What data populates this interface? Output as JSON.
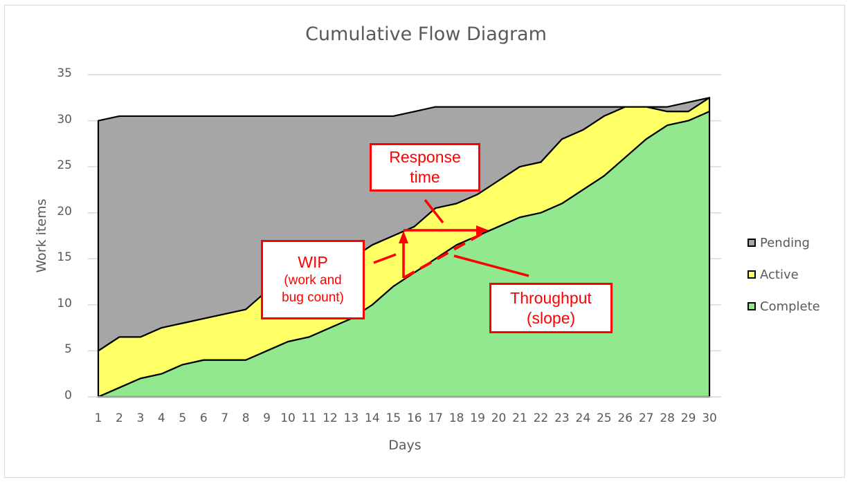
{
  "chart": {
    "title": "Cumulative Flow Diagram",
    "xlabel": "Days",
    "ylabel": "Work items",
    "yticks": [
      "0",
      "5",
      "10",
      "15",
      "20",
      "25",
      "30",
      "35"
    ],
    "xticks": [
      "1",
      "2",
      "3",
      "4",
      "5",
      "6",
      "7",
      "8",
      "9",
      "10",
      "11",
      "12",
      "13",
      "14",
      "15",
      "16",
      "17",
      "18",
      "19",
      "20",
      "21",
      "22",
      "23",
      "24",
      "25",
      "26",
      "27",
      "28",
      "29",
      "30"
    ],
    "legend": [
      {
        "label": "Pending",
        "color": "#a6a6a6"
      },
      {
        "label": "Active",
        "color": "#ffff66"
      },
      {
        "label": "Complete",
        "color": "#92e88e"
      }
    ]
  },
  "annotations": {
    "response_time": {
      "line1": "Response",
      "line2": "time"
    },
    "wip": {
      "line1": "WIP",
      "line2": "(work and",
      "line3": "bug count)"
    },
    "throughput": {
      "line1": "Throughput",
      "line2": "(slope)"
    },
    "color": "#ff0000"
  },
  "chart_data": {
    "type": "area",
    "stacked": true,
    "title": "Cumulative Flow Diagram",
    "xlabel": "Days",
    "ylabel": "Work items",
    "ylim": [
      0,
      35
    ],
    "yticks": [
      0,
      5,
      10,
      15,
      20,
      25,
      30,
      35
    ],
    "grid": "horizontal",
    "legend_position": "right",
    "x": [
      1,
      2,
      3,
      4,
      5,
      6,
      7,
      8,
      9,
      10,
      11,
      12,
      13,
      14,
      15,
      16,
      17,
      18,
      19,
      20,
      21,
      22,
      23,
      24,
      25,
      26,
      27,
      28,
      29,
      30
    ],
    "series": [
      {
        "name": "Complete",
        "color": "#92e88e",
        "values": [
          0,
          1,
          2,
          2.5,
          3.5,
          4,
          4,
          4,
          5,
          6,
          6.5,
          7.5,
          8.5,
          10,
          12,
          13.5,
          15,
          16.5,
          17.5,
          18.5,
          19.5,
          20,
          21,
          22.5,
          24,
          26,
          28,
          29.5,
          30,
          31
        ]
      },
      {
        "name": "Active",
        "color": "#ffff66",
        "values": [
          5,
          5.5,
          4.5,
          5,
          4.5,
          4.5,
          5,
          5.5,
          6.5,
          6.5,
          7,
          6.5,
          6.5,
          6.5,
          5.5,
          5,
          5.5,
          4.5,
          4.5,
          5,
          5.5,
          5.5,
          7,
          6.5,
          6.5,
          5.5,
          3.5,
          1.5,
          1,
          1.5
        ]
      },
      {
        "name": "Pending",
        "color": "#a6a6a6",
        "values": [
          25,
          24,
          24,
          23,
          22.5,
          22,
          21.5,
          21,
          19,
          18,
          17,
          16.5,
          15.5,
          14,
          13,
          12.5,
          11,
          10.5,
          9.5,
          8,
          6.5,
          6,
          3.5,
          2.5,
          1,
          0,
          0,
          0.5,
          1,
          0
        ]
      }
    ],
    "cumulative_tops": {
      "Complete": [
        0,
        1,
        2,
        2.5,
        3.5,
        4,
        4,
        4,
        5,
        6,
        6.5,
        7.5,
        8.5,
        10,
        12,
        13.5,
        15,
        16.5,
        17.5,
        18.5,
        19.5,
        20,
        21,
        22.5,
        24,
        26,
        28,
        29.5,
        30,
        31
      ],
      "Active": [
        5,
        6.5,
        6.5,
        7.5,
        8,
        8.5,
        9,
        9.5,
        11.5,
        12.5,
        13.5,
        14,
        15,
        16.5,
        17.5,
        18.5,
        20.5,
        21,
        22,
        23.5,
        25,
        25.5,
        28,
        29,
        30.5,
        31.5,
        31.5,
        31,
        31,
        32.5
      ],
      "Pending": [
        30,
        30.5,
        30.5,
        30.5,
        30.5,
        30.5,
        30.5,
        30.5,
        30.5,
        30.5,
        30.5,
        30.5,
        30.5,
        30.5,
        30.5,
        31,
        31.5,
        31.5,
        31.5,
        31.5,
        31.5,
        31.5,
        31.5,
        31.5,
        31.5,
        31.5,
        31.5,
        31.5,
        32,
        32.5
      ]
    },
    "annotations": [
      "Response time",
      "WIP (work and bug count)",
      "Throughput (slope)"
    ]
  }
}
